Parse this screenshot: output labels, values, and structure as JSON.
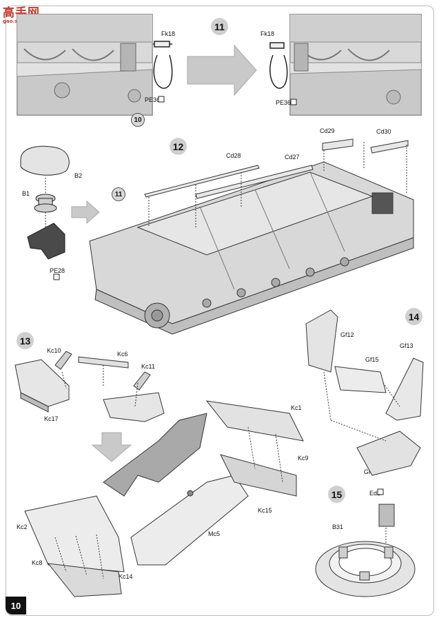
{
  "watermark": {
    "title": "高手网",
    "url": "gao.shou.com"
  },
  "page_number": "10",
  "steps": {
    "s10": "10",
    "s11": "11",
    "s11_ref": "11",
    "s12": "12",
    "s13": "13",
    "s14": "14",
    "s15": "15"
  },
  "step11": {
    "left": {
      "fk": "Fk18",
      "pe": "PE36"
    },
    "right": {
      "fk": "Fk18",
      "pe": "PE36"
    }
  },
  "step12": {
    "parts": {
      "b2": "B2",
      "b1": "B1",
      "pe28": "PE28",
      "cd28": "Cd28",
      "cd27": "Cd27",
      "cd29": "Cd29",
      "cd30": "Cd30"
    }
  },
  "step13": {
    "parts": {
      "kc10": "Kc10",
      "kc6": "Kc6",
      "kc11": "Kc11",
      "kc17": "Kc17",
      "kc1": "Kc1",
      "kc9": "Kc9",
      "kc15": "Kc15",
      "kc2": "Kc2",
      "kc8": "Kc8",
      "kc14": "Kc14",
      "mc5": "Mc5"
    }
  },
  "step14": {
    "parts": {
      "gf12": "Gf12",
      "gf13": "Gf13",
      "gf15": "Gf15",
      "gf3": "Gf3"
    }
  },
  "step15": {
    "parts": {
      "ed2": "Ed2",
      "b31": "B31"
    }
  },
  "icons": {
    "photo_etch": "photo-etch-icon",
    "plastic": "plastic-icon"
  }
}
